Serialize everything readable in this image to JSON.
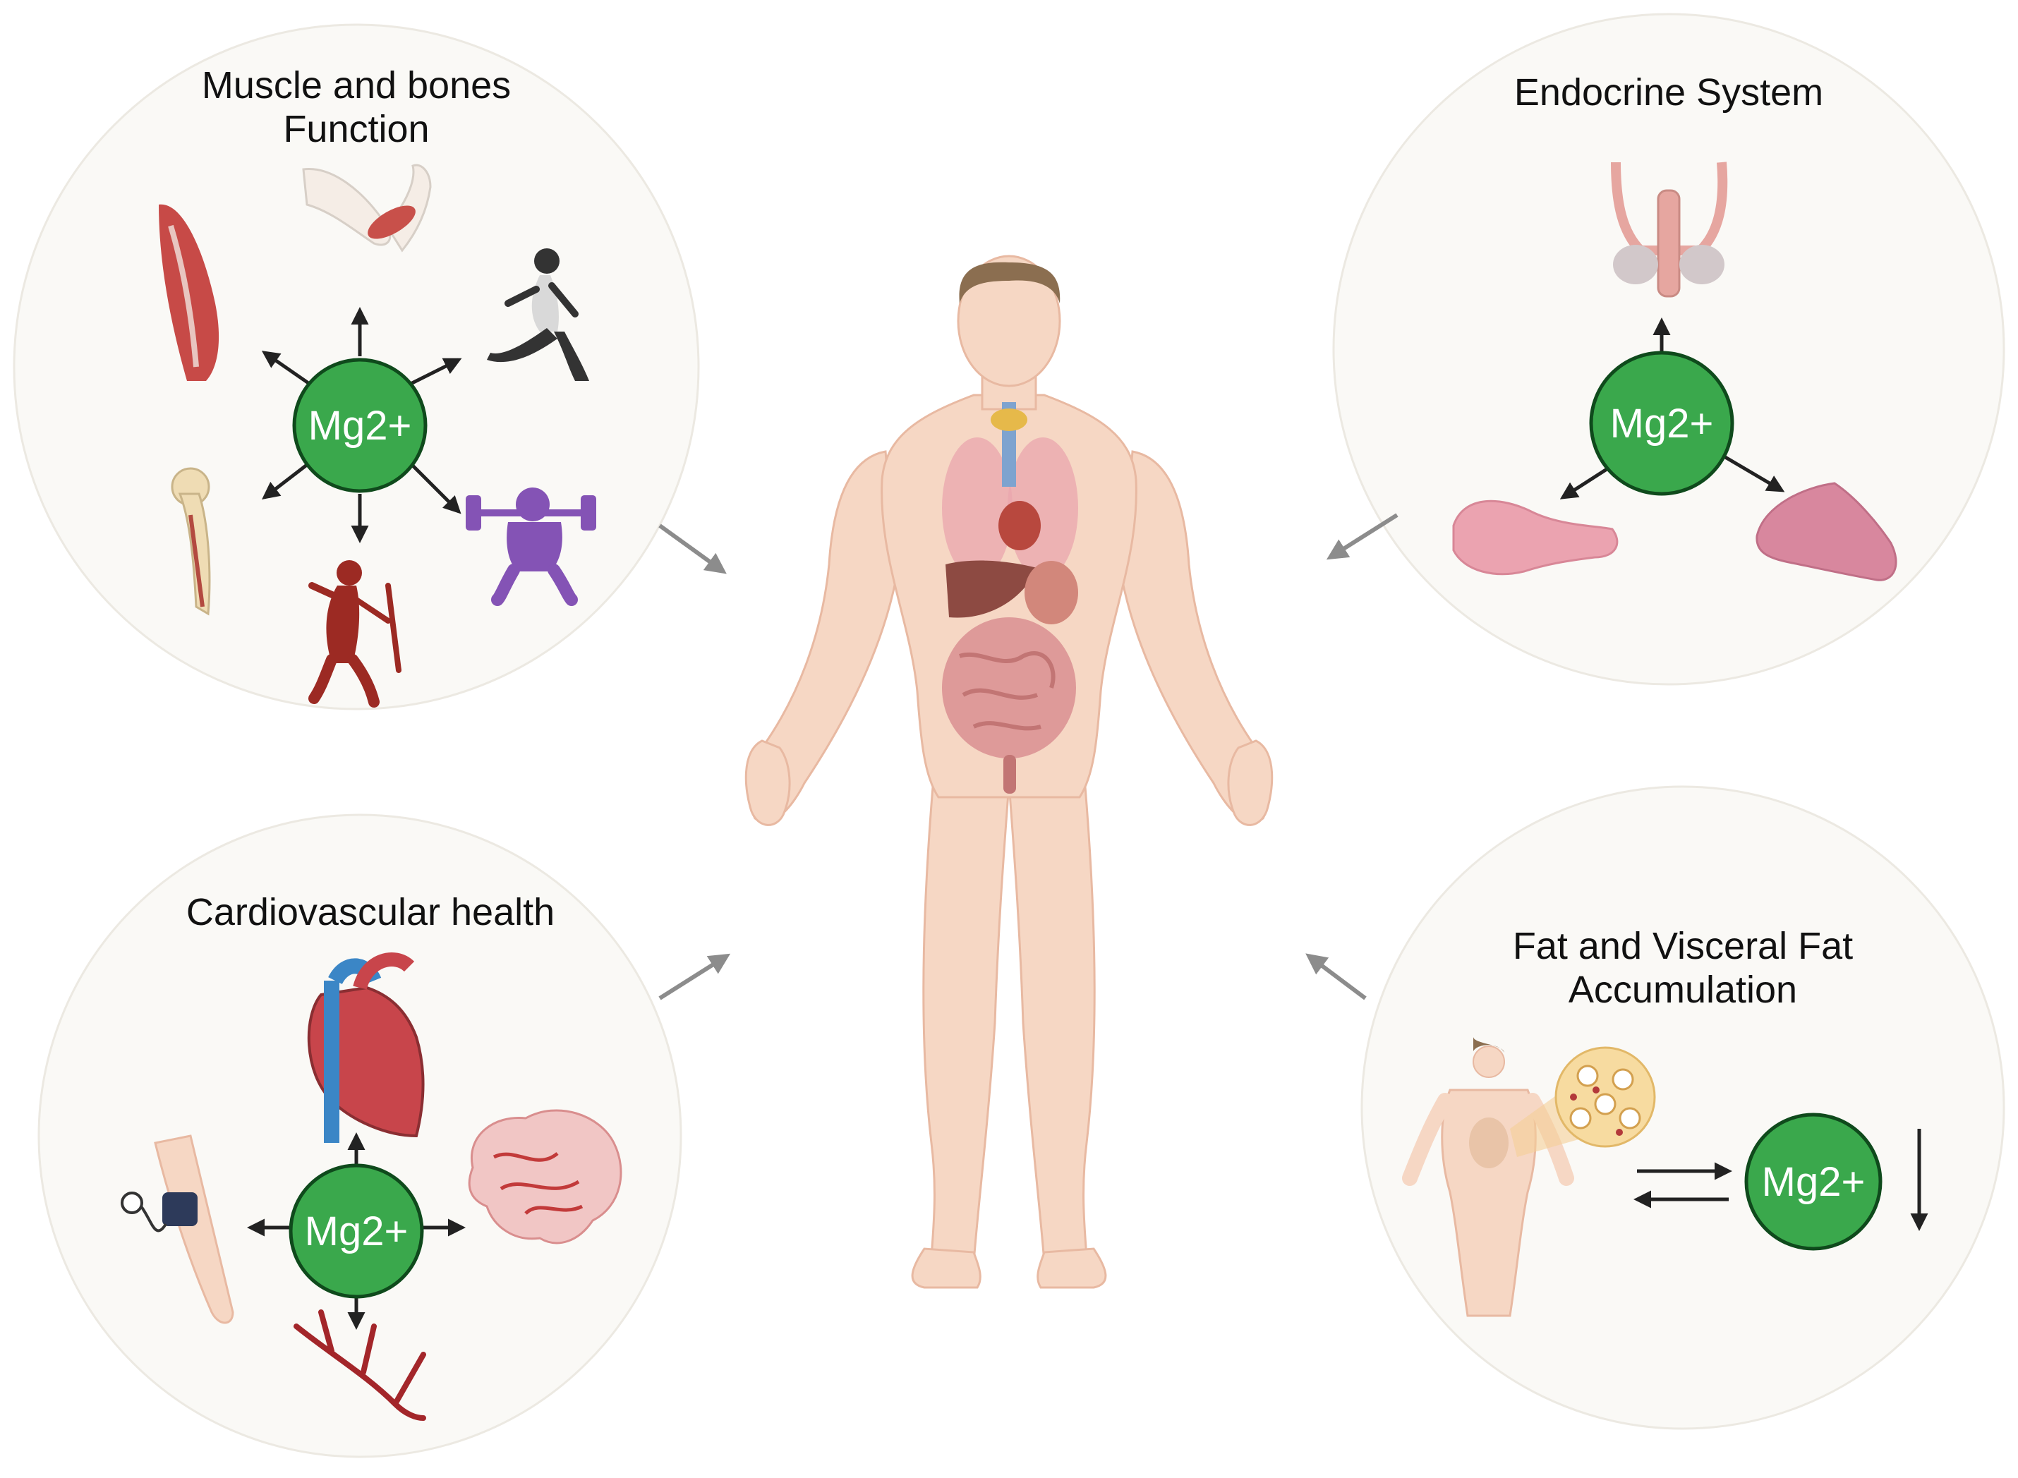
{
  "panels": {
    "muscle": {
      "title": "Muscle and bones\nFunction",
      "mg_label": "Mg2+",
      "icons": [
        "muscle-fiber-icon",
        "flexed-arm-icon",
        "runner-icon",
        "femur-bone-icon",
        "elderly-person-with-cane-icon",
        "weightlifter-squat-icon"
      ]
    },
    "endocrine": {
      "title": "Endocrine System",
      "mg_label": "Mg2+",
      "icons": [
        "male-reproductive-system-icon",
        "pancreas-icon",
        "adrenal-gland-icon"
      ]
    },
    "cardio": {
      "title": "Cardiovascular health",
      "mg_label": "Mg2+",
      "icons": [
        "heart-icon",
        "blood-pressure-cuff-icon",
        "brain-icon",
        "blood-vessel-icon"
      ]
    },
    "fat": {
      "title": "Fat and Visceral Fat\nAccumulation",
      "mg_label": "Mg2+",
      "icons": [
        "obese-body-icon",
        "adipose-tissue-icon",
        "equilibrium-arrows-icon",
        "down-arrow-icon"
      ]
    }
  },
  "center": {
    "icon": "human-body-anatomy-icon"
  },
  "colors": {
    "mg_circle": "#3aa84c",
    "mg_circle_stroke": "#0f4a1c",
    "panel_background": "#faf9f6",
    "panel_stroke": "#ece9e2",
    "skin": "#f6d7c4",
    "connector_arrow": "#8c8c8c"
  }
}
